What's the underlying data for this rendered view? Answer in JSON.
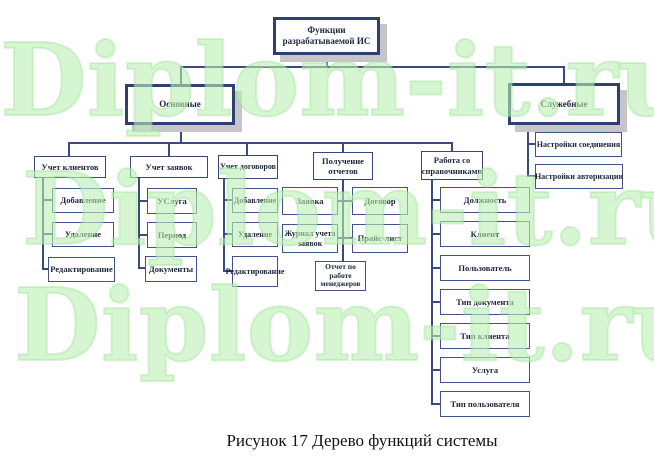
{
  "watermark": {
    "text": "Diplom-it.ru",
    "color": "#bfeeb7"
  },
  "caption": "Рисунок 17 Дерево функций системы",
  "colors": {
    "line": "#3a4a7e",
    "box_border": "#31406e",
    "shadow": "#c6c6c6"
  },
  "tree": {
    "root": "Функции разрабатываемой ИС",
    "level1": {
      "main": "Основные",
      "service": "Служебные"
    },
    "service_children": [
      "Настройки соединения",
      "Настройки авторизации"
    ],
    "branches": [
      {
        "label": "Учет клиентов",
        "children": [
          "Добавление",
          "Удаление",
          "Редактирование"
        ]
      },
      {
        "label": "Учет заявок",
        "children": [
          "УСлуга",
          "Период",
          "Документы"
        ]
      },
      {
        "label": "Учет договоров",
        "children": [
          "Добавление",
          "Удаление",
          "Редактирование"
        ]
      },
      {
        "label": "Получение отчетов",
        "children_left": [
          "Заявка",
          "Журнал учета заявок"
        ],
        "children_right": [
          "Договор",
          "Прайс-лист"
        ],
        "child_bottom": "Отчет по работе менеджеров"
      },
      {
        "label": "Работа со справочниками",
        "children": [
          "Должность",
          "Клиент",
          "Пользователь",
          "Тип документа",
          "Тип клиента",
          "Услуга",
          "Тип пользователя"
        ]
      }
    ]
  }
}
